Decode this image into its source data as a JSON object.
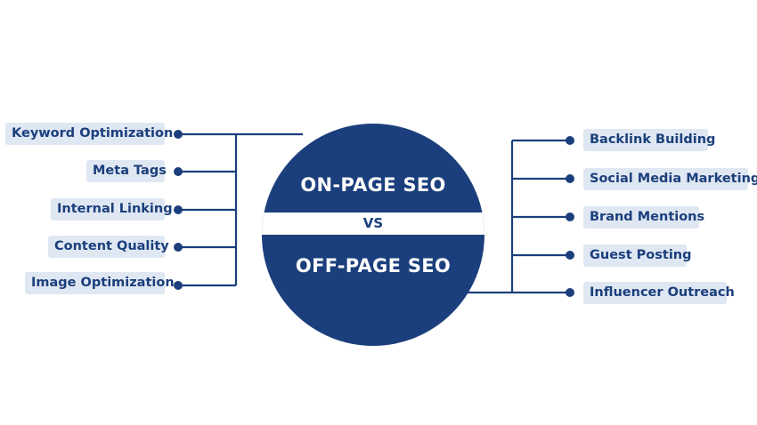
{
  "center": {
    "top_label": "ON-PAGE SEO",
    "vs_label": "VS",
    "bottom_label": "OFF-PAGE SEO"
  },
  "on_page_items": [
    "Keyword Optimization",
    "Meta Tags",
    "Internal Linking",
    "Content Quality",
    "Image Optimization"
  ],
  "off_page_items": [
    "Backlink Building",
    "Social Media Marketing",
    "Brand Mentions",
    "Guest Posting",
    "Influencer Outreach"
  ],
  "colors": {
    "circle": "#1b3f7c",
    "line": "#1b3f7c",
    "pill_bg": "#dfe7f2",
    "pill_text": "#1b3f7c",
    "background": "#ffffff"
  }
}
